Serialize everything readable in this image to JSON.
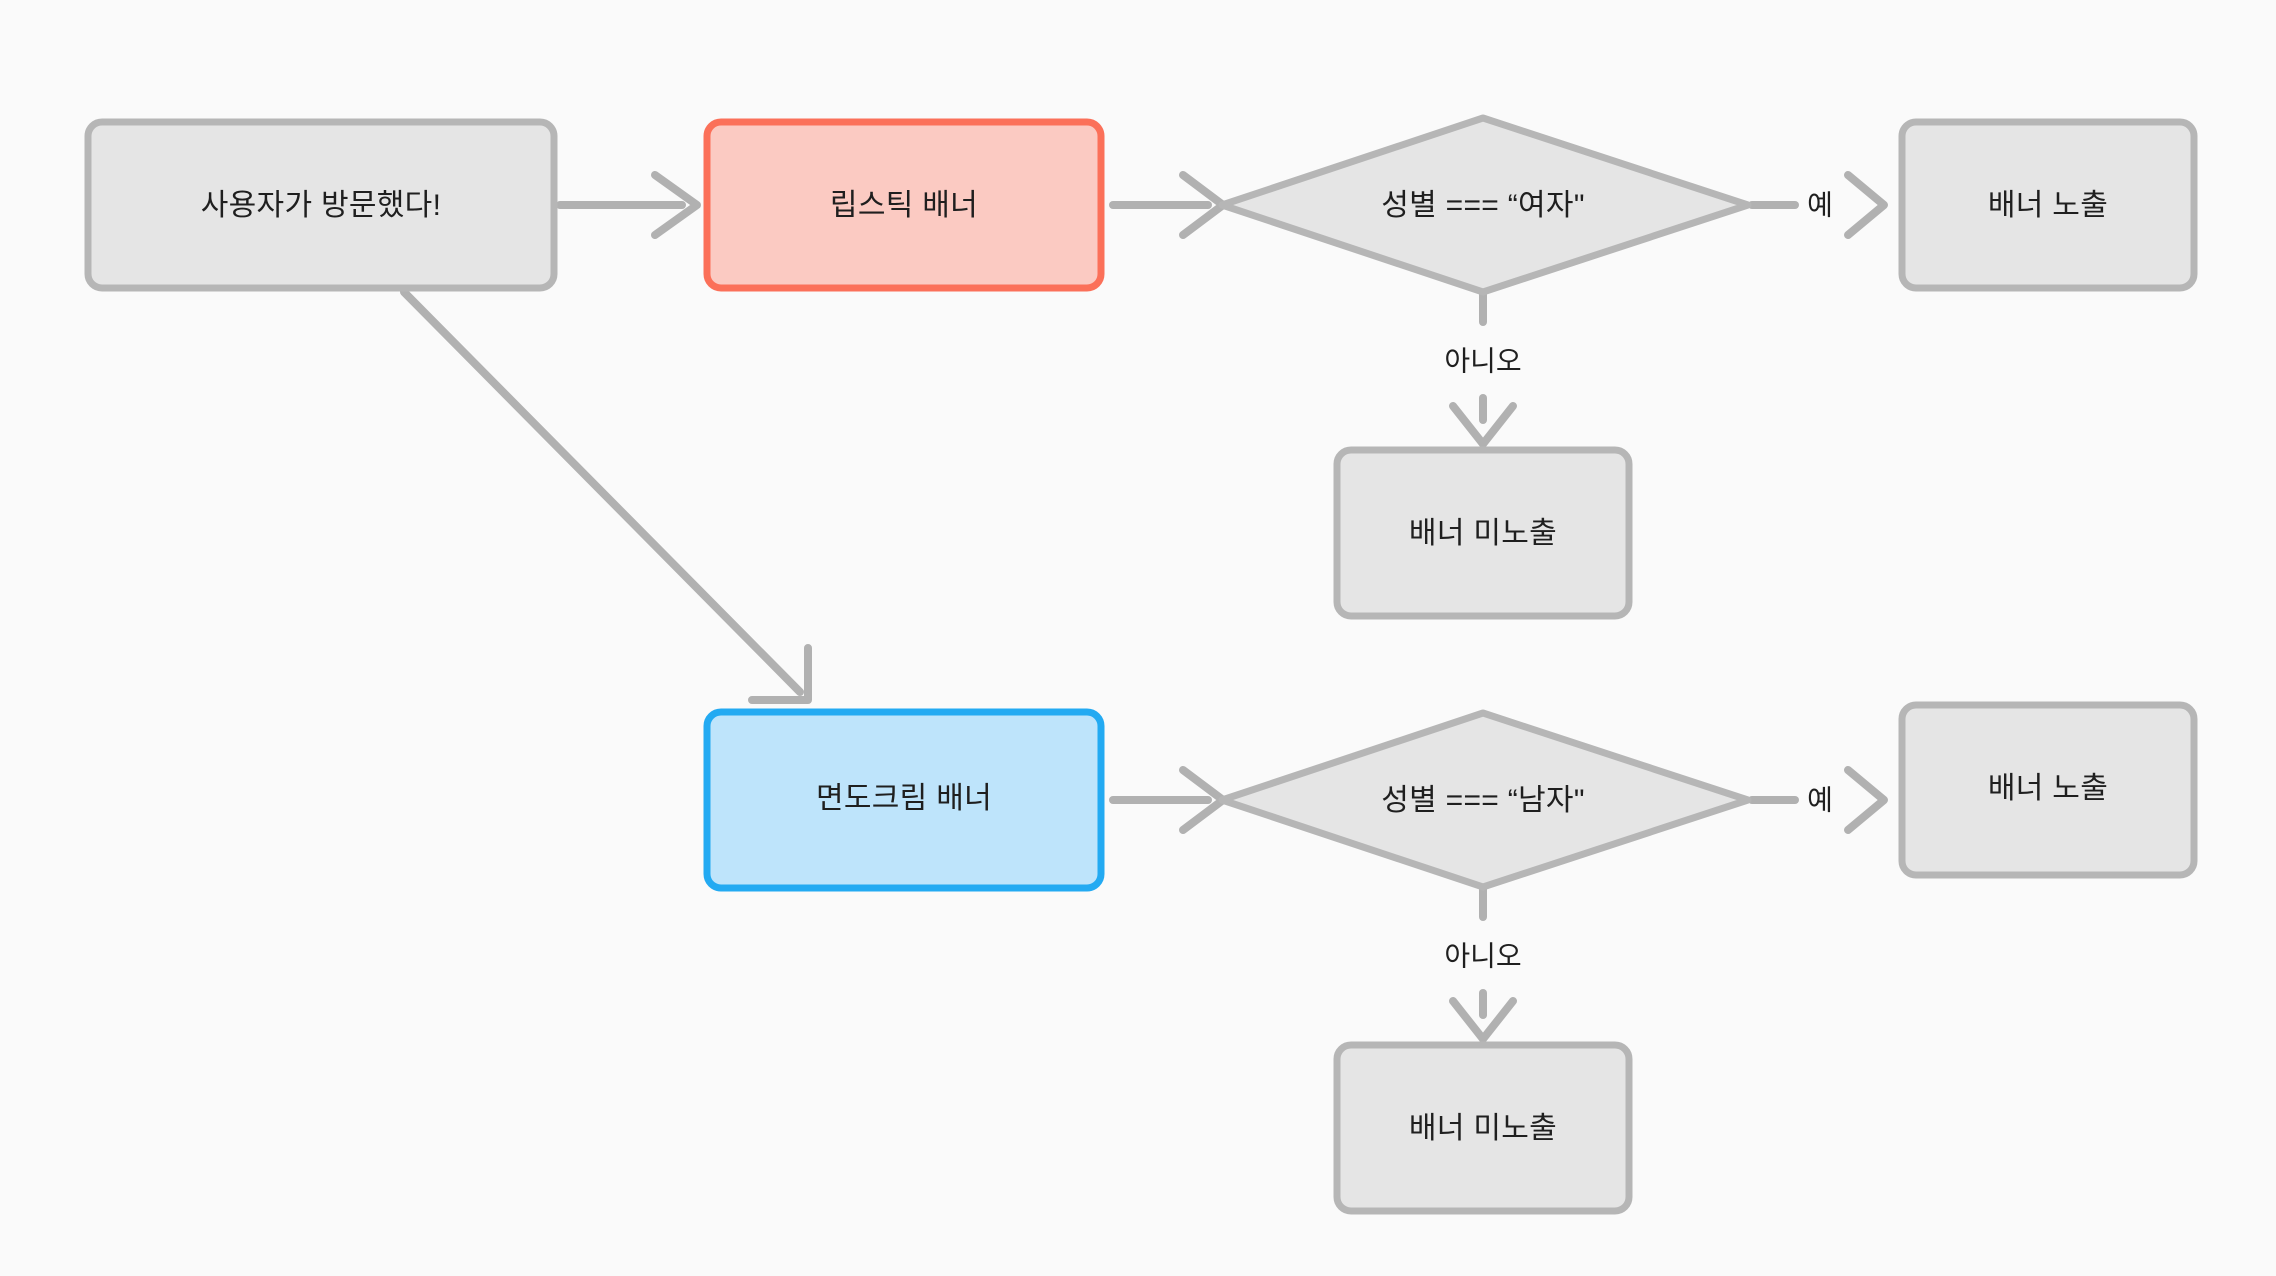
{
  "diagram": {
    "type": "flowchart",
    "background_color": "#fafafa",
    "title": "",
    "palette": {
      "gray_fill": "#e5e5e5",
      "gray_stroke": "#b6b6b6",
      "pink_fill": "#fbcac2",
      "pink_stroke": "#fb7059",
      "blue_fill": "#bee4fb",
      "blue_stroke": "#23aaf2",
      "edge": "#b1b1b1",
      "text": "#1f1f1f"
    },
    "nodes": {
      "start": {
        "label": "사용자가 방문했다!",
        "shape": "rounded-rect",
        "style": "gray"
      },
      "lipstick_banner": {
        "label": "립스틱 배너",
        "shape": "rounded-rect",
        "style": "pink"
      },
      "shaving_banner": {
        "label": "면도크림 배너",
        "shape": "rounded-rect",
        "style": "blue"
      },
      "decision_female": {
        "label": "성별 === “여자\"",
        "shape": "diamond",
        "style": "gray"
      },
      "decision_male": {
        "label": "성별 === “남자\"",
        "shape": "diamond",
        "style": "gray"
      },
      "show_banner_female": {
        "label": "배너 노출",
        "shape": "rounded-rect",
        "style": "gray"
      },
      "hide_banner_female": {
        "label": "배너 미노출",
        "shape": "rounded-rect",
        "style": "gray"
      },
      "show_banner_male": {
        "label": "배너 노출",
        "shape": "rounded-rect",
        "style": "gray"
      },
      "hide_banner_male": {
        "label": "배너 미노출",
        "shape": "rounded-rect",
        "style": "gray"
      }
    },
    "edges": [
      {
        "from": "start",
        "to": "lipstick_banner",
        "label": "",
        "style": "solid"
      },
      {
        "from": "start",
        "to": "shaving_banner",
        "label": "",
        "style": "solid"
      },
      {
        "from": "lipstick_banner",
        "to": "decision_female",
        "label": "",
        "style": "solid"
      },
      {
        "from": "decision_female",
        "to": "show_banner_female",
        "label": "예",
        "style": "dashed"
      },
      {
        "from": "decision_female",
        "to": "hide_banner_female",
        "label": "아니오",
        "style": "dashed"
      },
      {
        "from": "shaving_banner",
        "to": "decision_male",
        "label": "",
        "style": "solid"
      },
      {
        "from": "decision_male",
        "to": "show_banner_male",
        "label": "예",
        "style": "dashed"
      },
      {
        "from": "decision_male",
        "to": "hide_banner_male",
        "label": "아니오",
        "style": "dashed"
      }
    ],
    "edge_labels": {
      "yes_top": "예",
      "no_top": "아니오",
      "yes_bottom": "예",
      "no_bottom": "아니오"
    }
  }
}
